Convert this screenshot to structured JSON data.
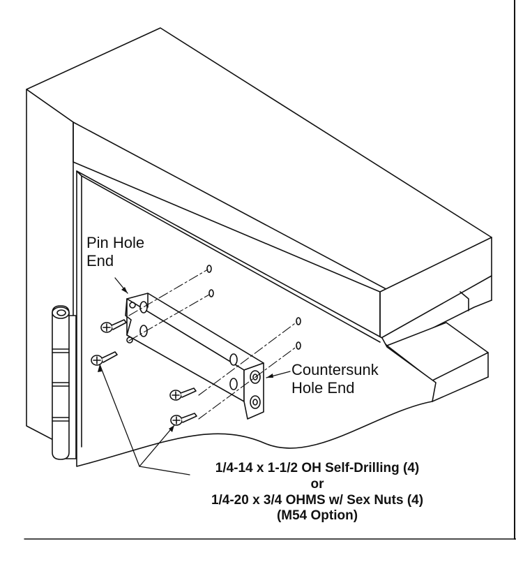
{
  "labels": {
    "pin_hole_line1": "Pin Hole",
    "pin_hole_line2": "End",
    "countersunk_line1": "Countersunk",
    "countersunk_line2": "Hole End",
    "fastener_line1": "1/4-14 x 1-1/2 OH Self-Drilling (4)",
    "fastener_line2": "or",
    "fastener_line3": "1/4-20 x 3/4 OHMS w/ Sex Nuts (4)",
    "fastener_line4": "(M54 Option)"
  },
  "colors": {
    "ink": "#111111",
    "paper": "#ffffff"
  }
}
